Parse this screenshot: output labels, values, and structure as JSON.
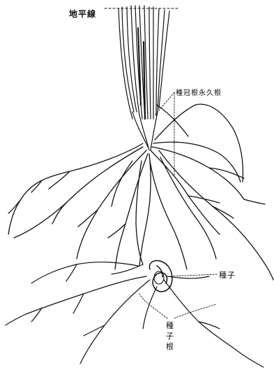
{
  "labels": {
    "ground_line": "地平線",
    "crown_roots": "種冠根永久根",
    "seed": "種子",
    "seminal_roots": "種子根"
  },
  "colors": {
    "ink": "#111111",
    "paper": "#ffffff"
  }
}
